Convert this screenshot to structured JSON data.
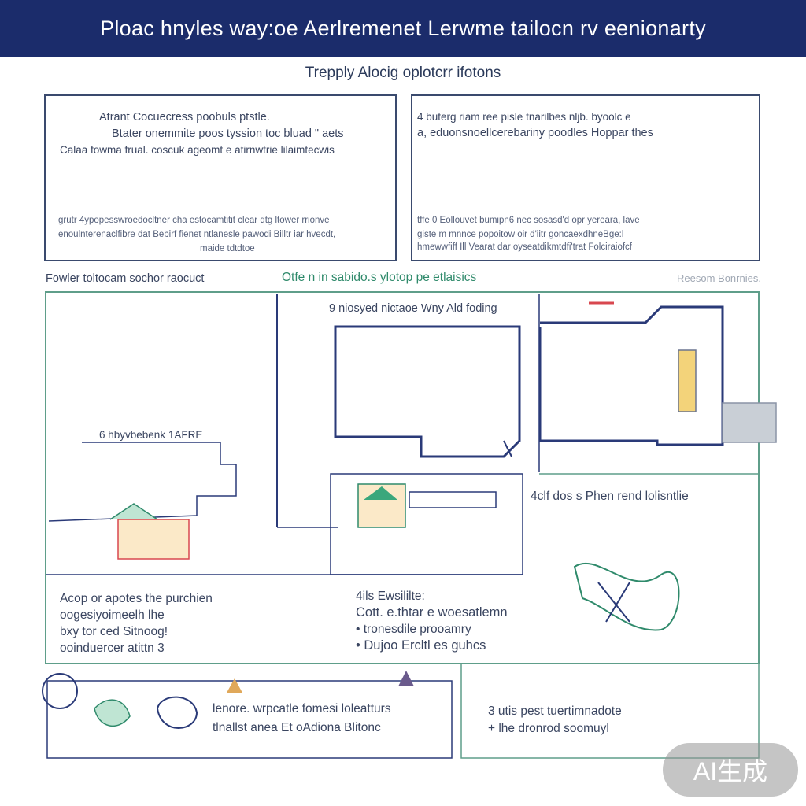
{
  "header": {
    "title": "Ploac hnyles way:oe Aerlremenet Lerwme tailocn rv eenionarty"
  },
  "subtitle": "Trepply Alocig oplotcrr ifotons",
  "panel_top_left": {
    "line1": "Atrant Cocuecress poobuls ptstle.",
    "line2": "Btater onemmite poos tyssion toc bluad \"  aets",
    "line3": "Calaa fowma frual. coscuk ageomt e atirnwtrie lilaimtecwis",
    "foot1": "grutr   4ypopesswroedocltner  cha estocamtitit clear dtg  ltower rrionve",
    "foot2": "enoulnterenaclfibre dat Bebirf fienet ntlanesle pawodi Billtr iar hvecdt,",
    "foot3": "maide   tdtdtoe"
  },
  "panel_top_right": {
    "line1": "4 buterg riam ree pisle tnarilbes nljb. byoolc e",
    "line2": "a, eduonsnoellcerebariny poodles Hoppar thes",
    "foot1": "tffe 0 Eollouvet bumipn6 nec sosasd'd opr yereara, lave",
    "foot2": "giste m mnnce popoitow oir d'iitr  goncaexdhneBge:l",
    "foot3": "hmewwfiff Ill Vearat dar oyseatdikmtdfi'trat Folciraiofcf"
  },
  "section_row": {
    "left_label": "Fowler toltocam sochor raocuct",
    "center_label": "Otfe n in sabido.s ylotop pe etlaisics",
    "right_label": "Reesom Bonrnies."
  },
  "diagram": {
    "center_caption": "9 niosyed nictaoe Wny Ald foding",
    "left_caption": "6 hbyvbebenk 1AFRE",
    "right_caption": "4clf dos s Phen rend lolisntlie"
  },
  "middle_text": {
    "left": [
      "Acop or apotes the purchien",
      "oogesiyoimeelh lhe",
      "bxy tor ced Sitnoog!",
      "ooinduercer atittn 3"
    ],
    "right": [
      "4ils  Ewsililte:",
      "Cott. e.thtar e woesatlemn",
      "• tronesdile prooamry",
      "• Dujoo Ercltl es guhcs"
    ]
  },
  "bottom_left": {
    "line1": "lenore. wrpcatle fomesi loleatturs",
    "line2": "tlnallst anea Et oAdiona Blitonc"
  },
  "bottom_right": {
    "line1": "3 utis  pest tuertimnadote",
    "line2": "+ lhe dronrod soomuyl"
  },
  "watermark": "AI生成",
  "colors": {
    "header_bg": "#1b2c6b",
    "line_navy": "#2a3a78",
    "line_green": "#5f9e8a",
    "accent_red": "#d8474f"
  }
}
